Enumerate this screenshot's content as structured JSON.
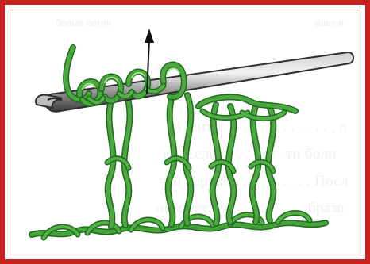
{
  "illustration": {
    "colors": {
      "frame": "#c8211f",
      "yarn_dark": "#1f6b1f",
      "yarn": "#3f9a35",
      "yarn_light": "#8fd07a",
      "hook_dark": "#4a4a4a",
      "hook_light": "#d8d8d8",
      "arrow": "#111111"
    },
    "icons": [
      "crochet-hook-icon",
      "yarn-loop-icon",
      "direction-arrow-icon"
    ]
  },
  "background_text": {
    "top_left": "белые петли",
    "top_right": "зависи",
    "lines": [
      "й шиты . . . . . . . . . . . . . , п",
      "ка. Если . . . . . . . . ти болн",
      "что первое . . . . . . . . . . Посл",
      "ими петли . . . . . . . . . . бразо"
    ]
  }
}
